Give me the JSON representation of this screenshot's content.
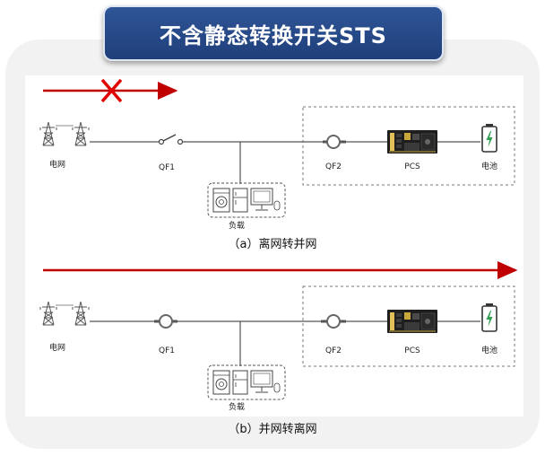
{
  "title": "不含静态转换开关STS",
  "labels": {
    "grid": "电网",
    "qf1": "QF1",
    "qf2": "QF2",
    "pcs": "PCS",
    "battery": "电池",
    "load": "负载"
  },
  "captions": {
    "a": "（a）离网转并网",
    "b": "（b）并网转离网"
  },
  "colors": {
    "banner": "#2f5597",
    "arrow": "#c00000",
    "battery_bolt": "#2e9e4f",
    "line": "#555555"
  },
  "panels": {
    "a": {
      "qf1_state": "open",
      "arrow_blocked": true
    },
    "b": {
      "qf1_state": "closed",
      "arrow_blocked": false
    }
  }
}
